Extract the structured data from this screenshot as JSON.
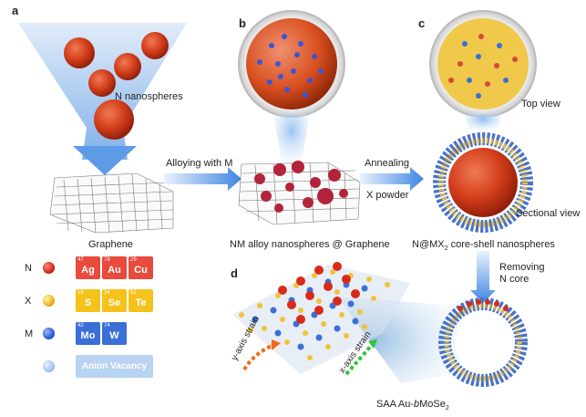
{
  "panels": {
    "a": "a",
    "b": "b",
    "c": "c",
    "d": "d"
  },
  "labels": {
    "n_nanospheres": "N nanospheres",
    "graphene": "Graphene",
    "alloying": "Alloying with M",
    "annealing": "Annealing",
    "x_powder": "X powder",
    "nm_alloy": "NM alloy nanospheres @ Graphene",
    "top_view": "Top view",
    "sectional_view": "Sectional view",
    "core_shell": "N@MX",
    "core_shell_sub": "2",
    "core_shell_rest": " core-shell nanospheres",
    "removing_1": "Removing",
    "removing_2": "N core",
    "y_strain": "y-axis strain",
    "x_strain": "x-axis strain",
    "saa_pre": "SAA Au-",
    "saa_b": "b",
    "saa_mid": "MoSe",
    "saa_sub": "2"
  },
  "legend": {
    "rows": [
      {
        "letter": "N",
        "ball": "red",
        "elements": [
          {
            "num": "47",
            "sym": "Ag"
          },
          {
            "num": "79",
            "sym": "Au"
          },
          {
            "num": "29",
            "sym": "Cu"
          }
        ]
      },
      {
        "letter": "X",
        "ball": "yellow",
        "elements": [
          {
            "num": "16",
            "sym": "S"
          },
          {
            "num": "34",
            "sym": "Se"
          },
          {
            "num": "52",
            "sym": "Te"
          }
        ]
      },
      {
        "letter": "M",
        "ball": "blue",
        "elements": [
          {
            "num": "42",
            "sym": "Mo"
          },
          {
            "num": "74",
            "sym": "W"
          }
        ]
      }
    ],
    "vacancy": "Anion Vacancy"
  },
  "colors": {
    "red": "#e84a3c",
    "yellow": "#f5c21b",
    "blue": "#3a6fd8",
    "vacancy": "#b9d3f2",
    "arrow": "#4a90e8"
  }
}
